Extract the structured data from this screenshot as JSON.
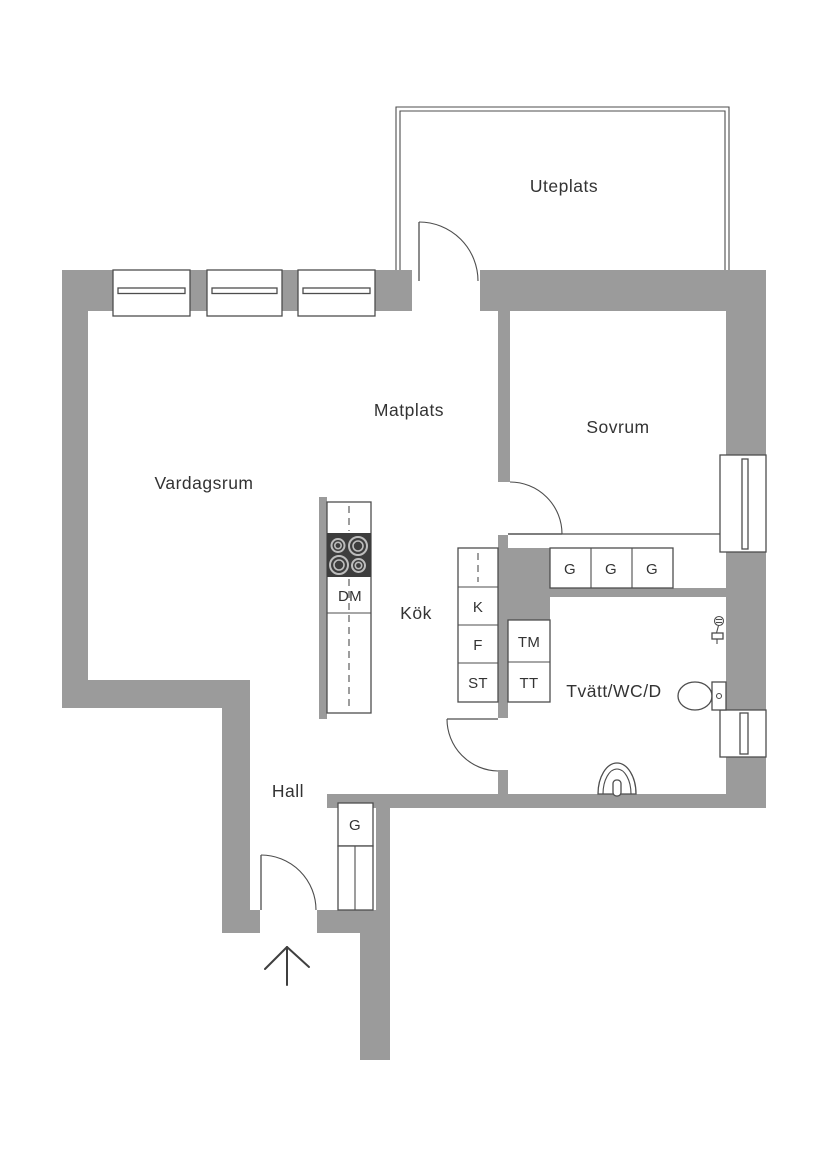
{
  "plan": {
    "type": "apartment-floor-plan",
    "language": "Swedish"
  },
  "colors": {
    "background": "#ffffff",
    "wall": "#9b9b9b",
    "line": "#4d4d4d",
    "stove": "#3d3d3d",
    "text": "#333333"
  },
  "labels": {
    "uteplats": "Uteplats",
    "matplats": "Matplats",
    "sovrum": "Sovrum",
    "vardagsrum": "Vardagsrum",
    "kok": "Kök",
    "tvatt_wc_d": "Tvätt/WC/D",
    "hall": "Hall"
  },
  "fixtures": {
    "dishwasher": "DM",
    "fridge": "K",
    "freezer": "F",
    "st": "ST",
    "washing_machine": "TM",
    "dryer": "TT",
    "bedroom_wardrobes": [
      "G",
      "G",
      "G"
    ],
    "hall_wardrobe": "G"
  }
}
